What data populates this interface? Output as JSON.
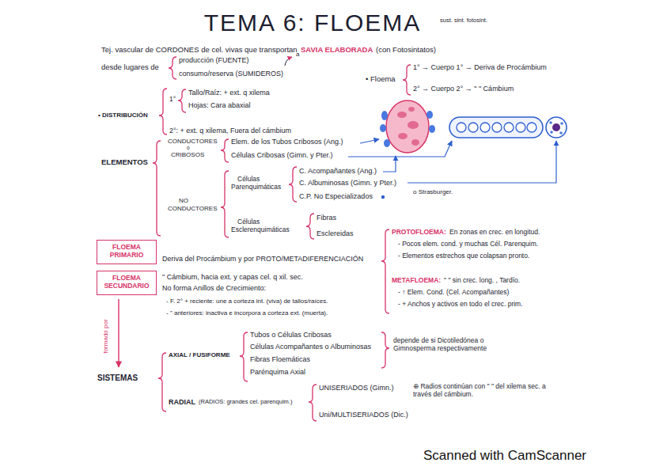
{
  "diagram": {
    "title": "TEMA 6: FLOEMA",
    "nodes": [
      {
        "text": [
          "FLOEMA PRIMARIO"
        ]
      },
      {
        "text": [
          "FLOEMA SECUNDARIO"
        ]
      }
    ],
    "edges": [],
    "labels": [
      "sust. sint. fotosint.",
      "Tej. vascular de CORDONES de cel. vivas que transportan",
      "SAVIA ELABORADA",
      "(con Fotosintatos)",
      "desde lugares de",
      "producción (FUENTE)",
      "consumo/reserva (SUMIDEROS)",
      "a",
      "• Floema",
      "1° → Cuerpo 1° → Deriva de Procámbium",
      "2° → Cuerpo 2° → \" \" Cámbium",
      "• DISTRIBUCIÓN",
      "1°",
      "Tallo/Raíz: + ext. q xilema",
      "Hojas: Cara abaxial",
      "2°: + ext. q xilema, Fuera del cámbium",
      "ELEMENTOS",
      "CONDUCTORES",
      "o",
      "CRIBOSOS",
      "Elem. de los Tubos Cribosos (Ang.)",
      "Células Cribosas (Gimn. y Pter.)",
      "NO",
      "CONDUCTORES",
      "Células",
      "Parenquimáticas",
      "C. Acompañantes (Ang.)",
      "C. Albuminosas (Gimn. y Pter.)",
      "C.P. No Especializados",
      "o Strasburger.",
      "Células",
      "Esclerenquimáticas",
      "Fibras",
      "Esclereidas",
      "PROTOFLOEMA:",
      "En zonas en crec. en longitud.",
      "- Pocos elem. cond. y muchas Cél. Parenquim.",
      "- Elementos estrechos que colapsan pronto.",
      "METAFLOEMA:",
      "\" \" sin crec. long. , Tardío.",
      "- ↑ Elem. Cond. (Cel. Acompañantes)",
      "- + Anchos y activos en todo el crec. prim.",
      "Deriva del Procámbium y por PROTO/METADIFERENCIACIÓN",
      "\" Cámbium, hacia ext. y capas cel. q xil. sec.",
      "No forma Anillos de Crecimiento:",
      "- F. 2° + reciente: une a corteza int. (viva) de tallos/raíces.",
      "- \" anteriores: inactiva e incorpora a corteza ext. (muerta).",
      "formado por",
      "SISTEMAS",
      "AXIAL / FUSIFORME",
      "Tubos o Células Cribosas",
      "Células Acompañantes o Albuminosas",
      "Fibras Floemáticas",
      "Parénquima Axial",
      "depende de si Dicotiledónea o Gimnosperma respectivamente",
      "RADIAL",
      "(RADIOS: grandes cel. parenquim.)",
      "UNISERIADOS (Gimn.)",
      "Uni/MULTISERIADOS (Dic.)",
      "⊕ Radios continúan con \" \" del xilema sec. a través del cámbium.",
      "Scanned with CamScanner"
    ]
  }
}
